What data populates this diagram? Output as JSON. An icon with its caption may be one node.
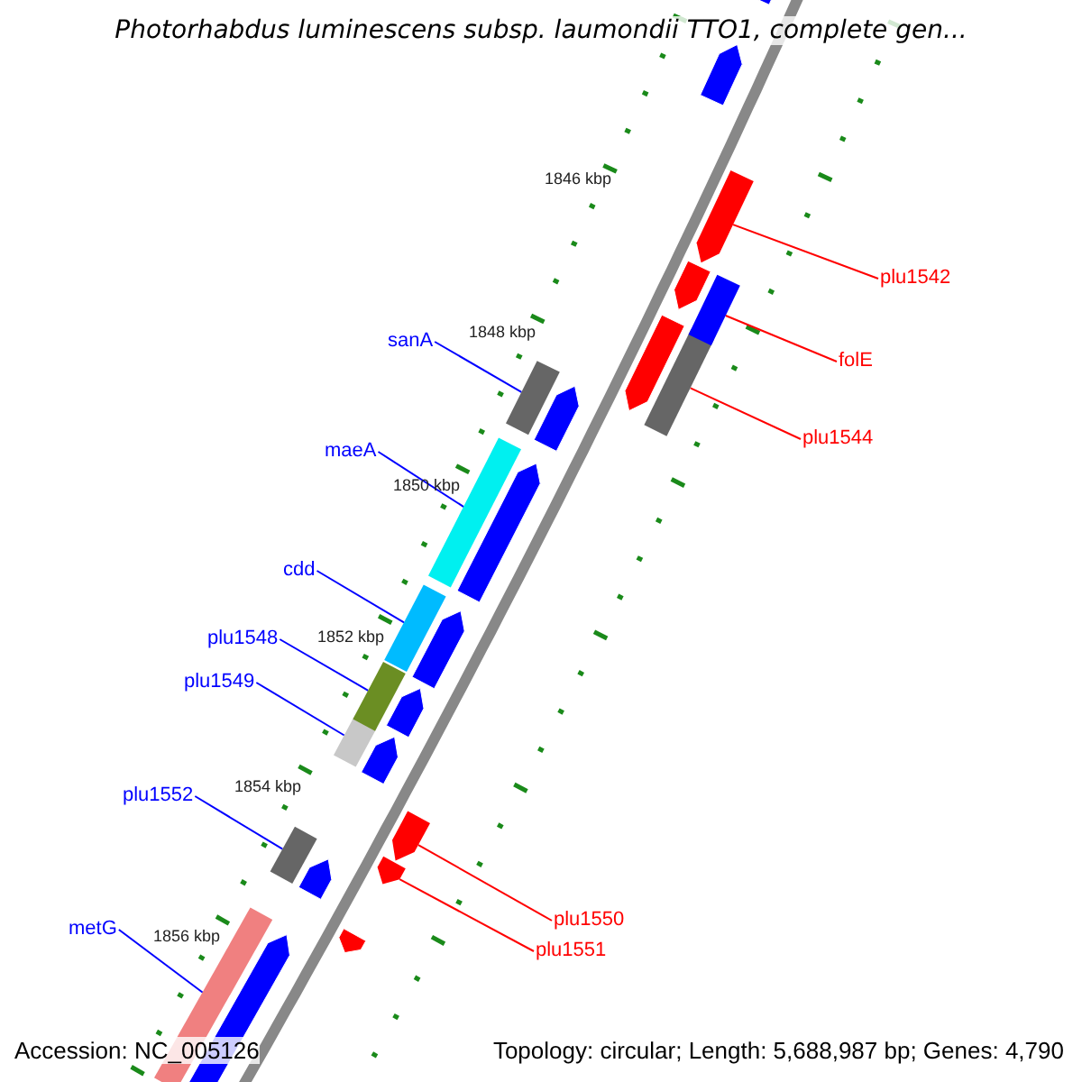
{
  "diagram": {
    "title": "Photorhabdus luminescens subsp. laumondii TTO1, complete gen...",
    "nodes": [
      {
        "text": [
          "plu1542"
        ]
      },
      {
        "text": [],
        "shape": "arrow"
      },
      {
        "text": [
          "sanA"
        ]
      },
      {
        "text": [],
        "shape": "bar"
      },
      {
        "text": [
          "folE"
        ]
      },
      {
        "text": [],
        "shape": "bar"
      },
      {
        "text": [
          "plu1544"
        ]
      },
      {
        "text": [],
        "shape": "bar"
      },
      {
        "text": [
          "maeA"
        ]
      },
      {
        "text": [],
        "shape": "bar"
      },
      {
        "text": [
          "cdd"
        ]
      },
      {
        "text": [],
        "shape": "bar"
      },
      {
        "text": [
          "plu1548"
        ]
      },
      {
        "text": [],
        "shape": "bar"
      },
      {
        "text": [
          "plu1549"
        ]
      },
      {
        "text": [],
        "shape": "bar"
      },
      {
        "text": [
          "plu1552"
        ]
      },
      {
        "text": [],
        "shape": "bar"
      },
      {
        "text": [
          "plu1550"
        ]
      },
      {
        "text": [],
        "shape": "arrow"
      },
      {
        "text": [
          "plu1551"
        ]
      },
      {
        "text": [],
        "shape": "arrow"
      },
      {
        "text": [
          "metG"
        ]
      },
      {
        "text": [],
        "shape": "bar"
      }
    ],
    "edges": [
      {
        "from": 0,
        "to": 1,
        "arrow": "none",
        "color": "#ff0000"
      },
      {
        "from": 2,
        "to": 3,
        "arrow": "none"
      },
      {
        "from": 4,
        "to": 5,
        "arrow": "none",
        "color": "#ff0000"
      },
      {
        "from": 6,
        "to": 7,
        "arrow": "none",
        "color": "#ff0000"
      },
      {
        "from": 8,
        "to": 9,
        "arrow": "none"
      },
      {
        "from": 10,
        "to": 11,
        "arrow": "none"
      },
      {
        "from": 12,
        "to": 13,
        "arrow": "none"
      },
      {
        "from": 14,
        "to": 15,
        "arrow": "none"
      },
      {
        "from": 16,
        "to": 17,
        "arrow": "none"
      },
      {
        "from": 18,
        "to": 19,
        "arrow": "none",
        "color": "#ff0000"
      },
      {
        "from": 20,
        "to": 21,
        "arrow": "none",
        "color": "#ff0000"
      },
      {
        "from": 22,
        "to": 23,
        "arrow": "none"
      }
    ],
    "labels": [
      "1846 kbp",
      "1848 kbp",
      "1850 kbp",
      "1852 kbp",
      "1854 kbp",
      "1856 kbp",
      "Accession: NC_005126",
      "Topology: circular; Length: 5,688,987 bp; Genes: 4,790"
    ]
  }
}
